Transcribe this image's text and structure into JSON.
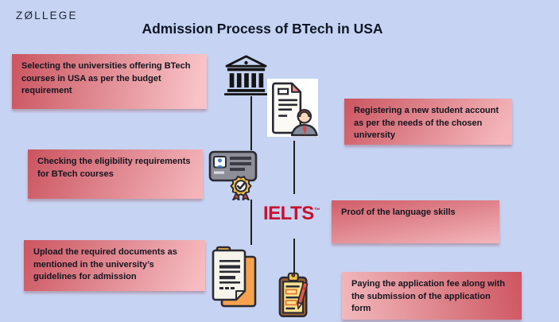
{
  "logo": {
    "text": "ZØLLEGE"
  },
  "title": "Admission Process of BTech in USA",
  "colors": {
    "background": "#c6d3f2",
    "box_gradient_dark": "#cb5560",
    "box_gradient_light": "#f6bcc1",
    "text_dark": "#15151f",
    "ielts_red": "#c8102e",
    "connector_line": "#1e1e1e"
  },
  "steps": [
    {
      "id": 1,
      "side": "left",
      "icon": "university-building-icon",
      "label": "Selecting the universities offering BTech courses in USA as per the budget requirement"
    },
    {
      "id": 2,
      "side": "right",
      "icon": "registration-form-person-icon",
      "label": "Registering a new student account as per the needs of the chosen university"
    },
    {
      "id": 3,
      "side": "left",
      "icon": "eligibility-id-badge-icon",
      "label": "Checking the eligibility requirements for BTech courses"
    },
    {
      "id": 4,
      "side": "right",
      "icon": "ielts-logo",
      "label": "Proof of the language skills"
    },
    {
      "id": 5,
      "side": "left",
      "icon": "documents-stack-icon",
      "label": "Upload the required documents as mentioned in the university’s guidelines for admission"
    },
    {
      "id": 6,
      "side": "right",
      "icon": "application-clipboard-icon",
      "label": "Paying the application fee along with the submission of the application form"
    }
  ],
  "ielts": {
    "text": "IELTS",
    "trademark": "™"
  }
}
